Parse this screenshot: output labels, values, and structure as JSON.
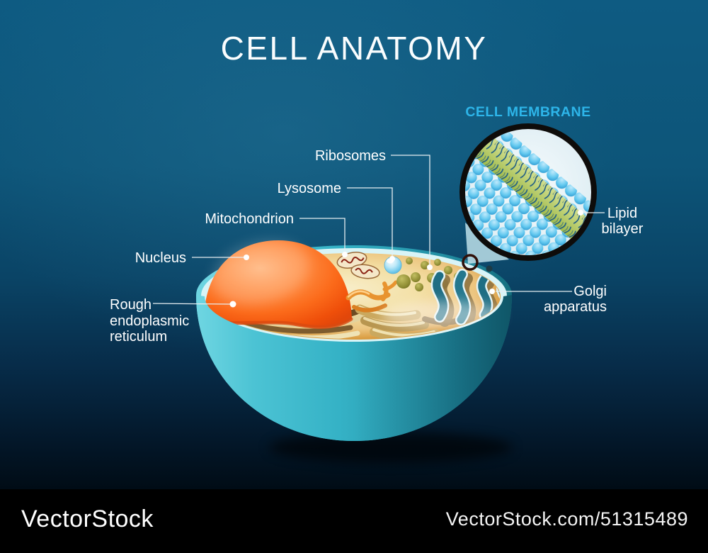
{
  "title": "CELL ANATOMY",
  "inset": {
    "heading": "CELL MEMBRANE",
    "lipid": {
      "line1": "Lipid",
      "line2": "bilayer"
    }
  },
  "labels": {
    "ribosomes": "Ribosomes",
    "lysosome": "Lysosome",
    "mitochondrion": "Mitochondrion",
    "nucleus": "Nucleus",
    "rough_er": {
      "line1": "Rough",
      "line2": "endoplasmic",
      "line3": "reticulum"
    },
    "golgi": {
      "line1": "Golgi",
      "line2": "apparatus"
    }
  },
  "footer": {
    "brand": "VectorStock",
    "url": "VectorStock.com/51315489"
  },
  "colors": {
    "background_top": "#0e5b82",
    "membrane_heading": "#2db5e9",
    "bowl": "#35b2c6",
    "rim": "#d8f4f7",
    "cytoplasm": "#f3dfa4",
    "nucleus": "#fb6a1a",
    "label_text": "#ffffff",
    "footer_bg": "#000000"
  }
}
